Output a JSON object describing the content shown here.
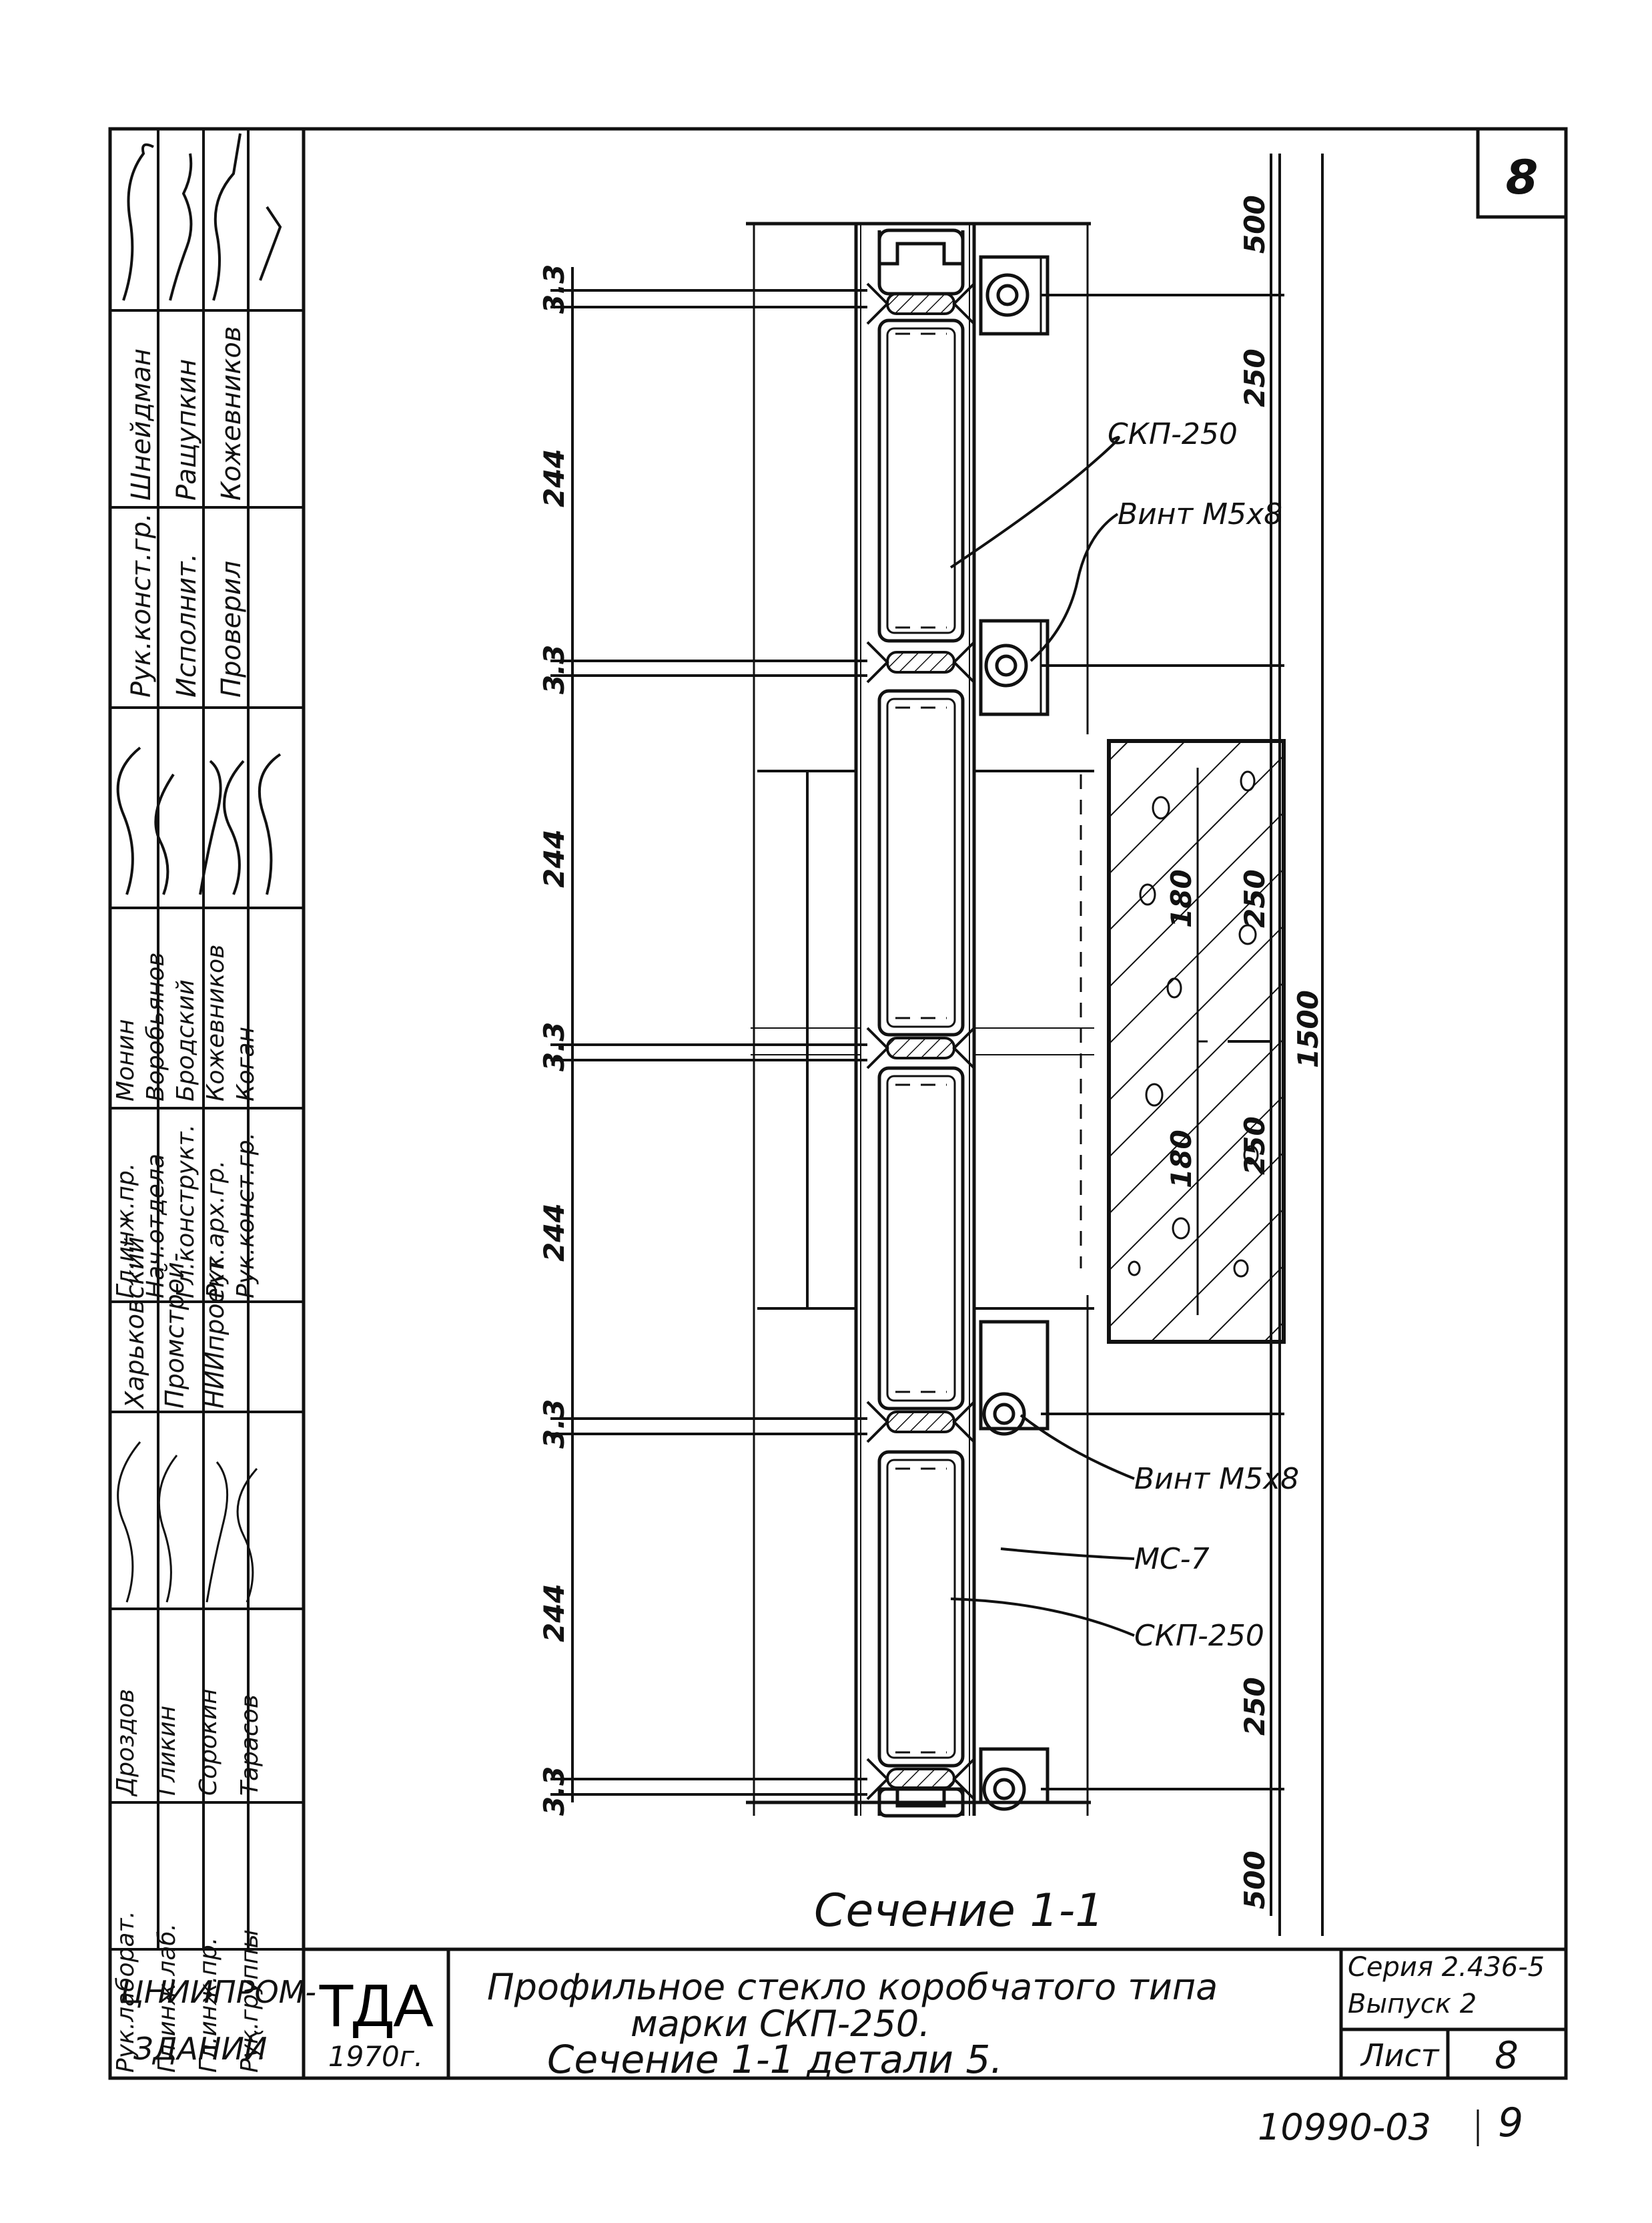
{
  "sheet_number_box": "8",
  "title_block": {
    "org_short": "ТДА",
    "year": "1970г.",
    "title_line1": "Профильное стекло коробчатого типа",
    "title_line2": "марки СКП-250.",
    "title_line3": "Сечение 1-1 детали 5.",
    "series": "Серия 2.436-5",
    "issue": "Выпуск 2",
    "sheet_label": "Лист",
    "sheet_value": "8",
    "institute": [
      "ЦНИИПРОМ-",
      "ЗДАНИЙ"
    ]
  },
  "archive_number": "10990-03",
  "page_number": "9",
  "section_caption": "Сечение 1-1",
  "side_stamp": {
    "group1": {
      "roles": [
        "Рук.конст.гр.",
        "Исполнит.",
        "Проверил"
      ],
      "names": [
        "Шнейдман",
        "Ращупкин",
        "Кожевников"
      ]
    },
    "group2": {
      "roles": [
        "Гл.инж.пр.",
        "Нач.отдела",
        "Гл.конструкт.",
        "Рук.арх.гр.",
        "Рук.конст.гр."
      ],
      "names": [
        "Монин",
        "Воробьянов",
        "Бродский",
        "Кожевников",
        "Коган"
      ]
    },
    "institute2": [
      "Харьковский",
      "Промстрой-",
      "НИИпроект"
    ],
    "group3": {
      "roles": [
        "Рук.лаборат.",
        "Гл.инж.лаб.",
        "Гл.инж.пр.",
        "Рук.группы"
      ],
      "names": [
        "Дроздов",
        "Гликин",
        "Сорокин",
        "Тарасов"
      ]
    }
  },
  "dimensions": {
    "left": [
      "3.3",
      "244",
      "3.3",
      "244",
      "3.3",
      "244",
      "3.3",
      "244",
      "3.3"
    ],
    "right": [
      "500",
      "250",
      "250",
      "180",
      "180",
      "250",
      "250",
      "500"
    ],
    "total": "1500"
  },
  "callouts": {
    "skp_top": "СКП-250",
    "screw_top": "Винт М5х8",
    "screw_bottom": "Винт М5х8",
    "ms7": "МС-7",
    "skp_bottom": "СКП-250"
  }
}
